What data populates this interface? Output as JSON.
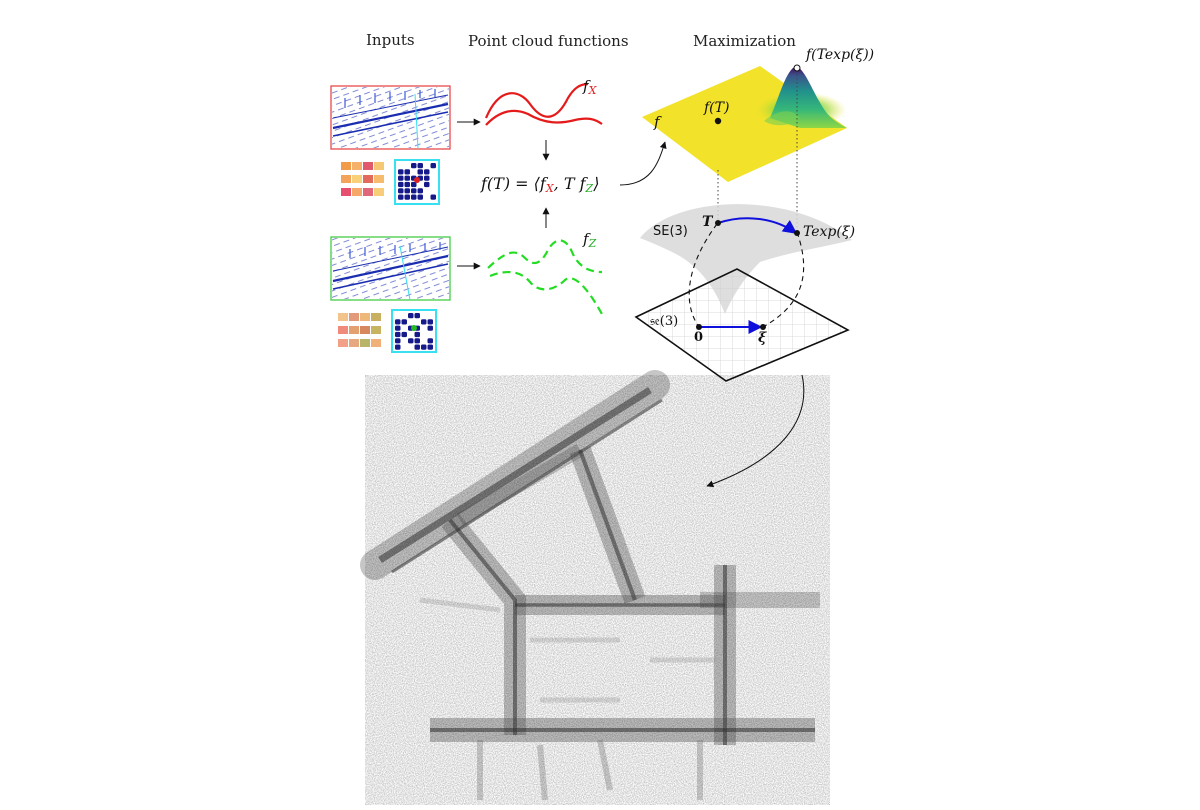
{
  "headers": {
    "inputs": "Inputs",
    "functions": "Point cloud functions",
    "maximization": "Maximization"
  },
  "labels": {
    "f": "f",
    "fX_base": "f",
    "fX_sub": "X",
    "fZ_base": "f",
    "fZ_sub": "Z",
    "fT": "f(T)",
    "f_texp": "f(Texp(ξ))",
    "eq_left": "f(T) = ⟨f",
    "eq_sub_x": "X",
    "eq_mid": ", T f",
    "eq_sub_z": "Z",
    "eq_right": "⟩",
    "SE3": "SE(3)",
    "T": "T",
    "Texp": "Texp(ξ)",
    "se3": "𝔰𝔢(3)",
    "zero": "0",
    "xi": "ξ"
  },
  "colors": {
    "source_frame": "#e84a4a",
    "target_frame": "#44cc44",
    "fX_curve": "#e51b1b",
    "fZ_curve": "#22dd22",
    "plane_yellow": "#f2e22a",
    "peak_teal": "#21908c",
    "peak_purple": "#440154",
    "manifold_gray": "#d8d8d8",
    "path_blue": "#1010dd",
    "lidar_blue": "#1a2db0",
    "grid_cyan": "#38e0f0"
  },
  "source_features": [
    "#f29b4b",
    "#f5b06a",
    "#e0596e",
    "#f7c873",
    "#f3a35a",
    "#f8d07a",
    "#e26a5c",
    "#f6bb6c",
    "#e6506e",
    "#f4a86a",
    "#e0667a",
    "#f7cd7a"
  ],
  "target_features": [
    "#f2c48c",
    "#e39a7a",
    "#eeb87a",
    "#c9b060",
    "#f08a7a",
    "#e3a070",
    "#d7885f",
    "#c7b460",
    "#f2a088",
    "#e6a87e",
    "#b8b468",
    "#f0b07a"
  ]
}
